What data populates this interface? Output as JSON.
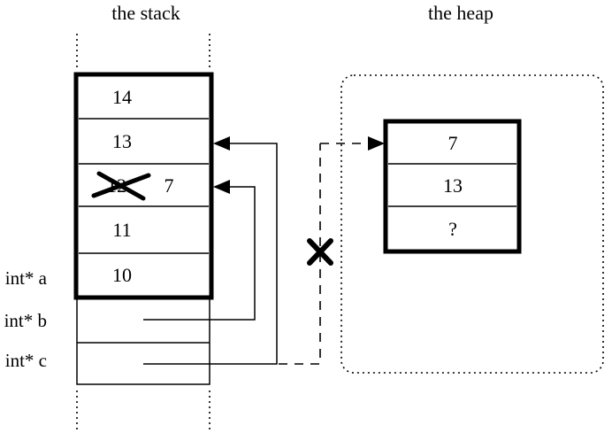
{
  "diagram": {
    "stack": {
      "title": "the stack",
      "rows": [
        {
          "value": "14"
        },
        {
          "value": "13"
        },
        {
          "value": "12",
          "crossed_out": true,
          "replacement": "7"
        },
        {
          "value": "11"
        },
        {
          "value": "10"
        }
      ],
      "pointer_labels": [
        {
          "label": "int* a"
        },
        {
          "label": "int* b"
        },
        {
          "label": "int* c"
        }
      ]
    },
    "heap": {
      "title": "the heap",
      "rows": [
        {
          "value": "7"
        },
        {
          "value": "13"
        },
        {
          "value": "?"
        }
      ]
    },
    "annotations": {
      "crossed_stack_value": "12 is crossed out and replaced by 7",
      "broken_pointer": "dashed pointer from c to heap object is crossed out"
    },
    "colors": {
      "ink": "#000000",
      "background": "#ffffff"
    }
  }
}
